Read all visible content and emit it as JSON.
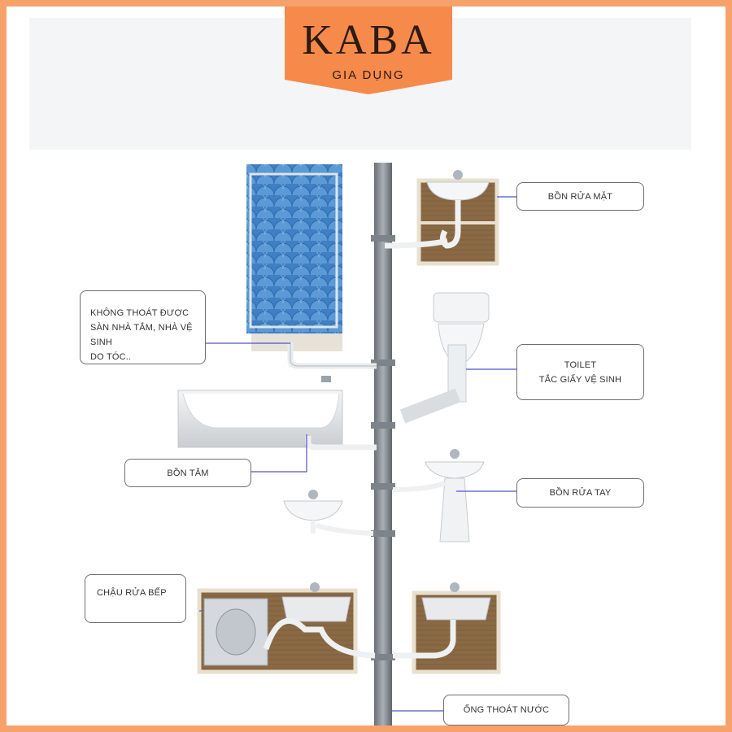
{
  "brand": {
    "name": "KABA",
    "tagline": "GIA DỤNG",
    "colors": {
      "frame": "#f6a26a",
      "logo_bg": "#f58a4a",
      "text": "#2d1a10"
    }
  },
  "diagram": {
    "callouts": {
      "face_basin": "BỒN RỬA MẶT",
      "floor_drain": [
        "KHÔNG THOÁT ĐƯỢC",
        "SÀN NHÀ TẮM, NHÀ VỆ SINH",
        "DO TÓC.."
      ],
      "toilet": [
        "TOILET",
        "TẮC GIẤY VỆ SINH"
      ],
      "bathtub": "BỒN TẮM",
      "hand_basin": "BỒN RỬA TAY",
      "kitchen_sink": "CHẬU RỬA BẾP",
      "drain_pipe": "ỐNG THOÁT NƯỚC"
    },
    "leader_color": "#4a55d6"
  }
}
